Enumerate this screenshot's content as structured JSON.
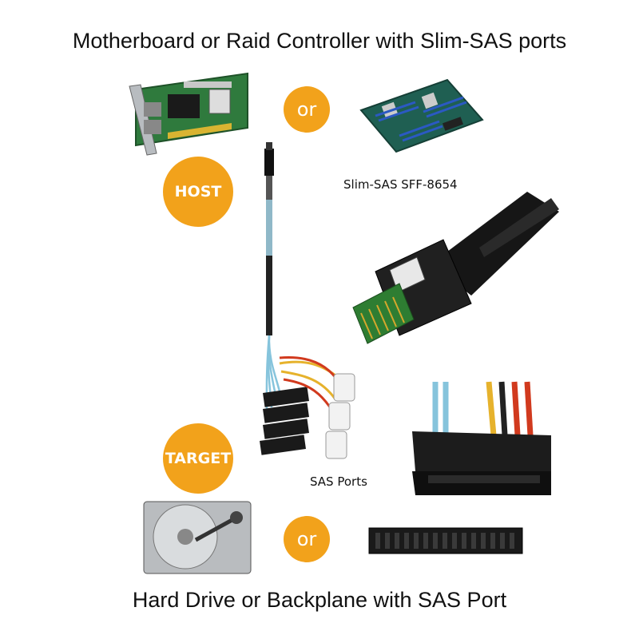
{
  "top_title": "Motherboard or Raid Controller with Slim-SAS ports",
  "bottom_title": "Hard Drive or Backplane with SAS  Port",
  "badges": {
    "or_top": "or",
    "or_bottom": "or",
    "host": "HOST",
    "target": "TARGET"
  },
  "labels": {
    "slim_sas": "Slim-SAS SFF-8654",
    "sas_ports": "SAS  Ports"
  },
  "colors": {
    "accent": "#f2a21b",
    "text": "#111111"
  }
}
